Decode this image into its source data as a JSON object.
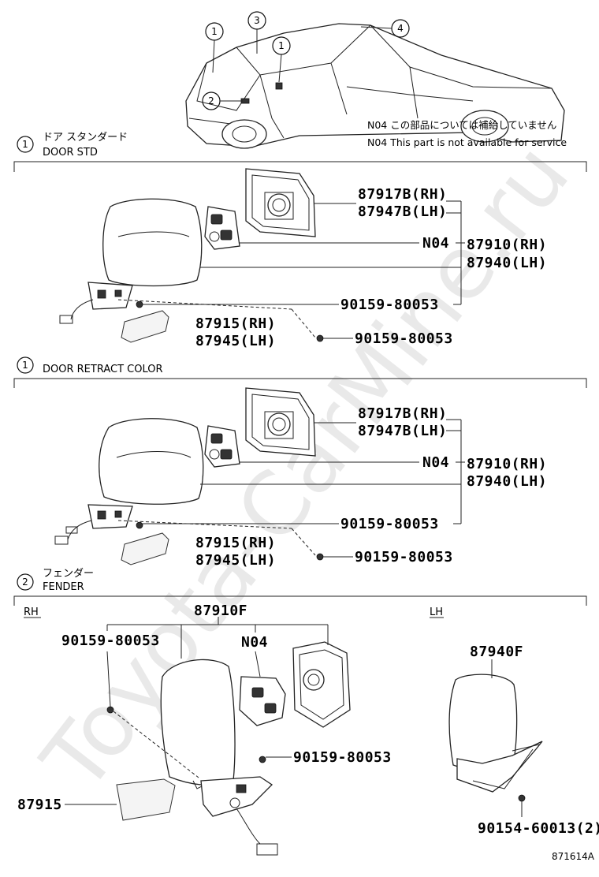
{
  "watermark": "Toyota-CarMine.ru",
  "figure_code": "871614A",
  "note": {
    "jp": "N04 この部品については補給していません",
    "en": "N04 This part is not available for service"
  },
  "callouts": [
    "1",
    "2",
    "3",
    "4"
  ],
  "sections": {
    "door_std": {
      "number": "1",
      "title_jp": "ドア スタンダード",
      "title_en": "DOOR STD"
    },
    "door_retract": {
      "number": "1",
      "title_en": "DOOR RETRACT COLOR"
    },
    "fender": {
      "number": "2",
      "title_jp": "フェンダー",
      "title_en": "FENDER",
      "rh": "RH",
      "lh": "LH"
    }
  },
  "parts": {
    "glass_rh": "87917B(RH)",
    "glass_lh": "87947B(LH)",
    "n04": "N04",
    "mirror_rh": "87910(RH)",
    "mirror_lh": "87940(LH)",
    "screw": "90159-80053",
    "cover_rh": "87915(RH)",
    "cover_lh": "87945(LH)",
    "fender_mirror_rh": "87910F",
    "fender_mirror_lh": "87940F",
    "fender_cover": "87915",
    "fender_screw_lh": "90154-60013(2)"
  }
}
